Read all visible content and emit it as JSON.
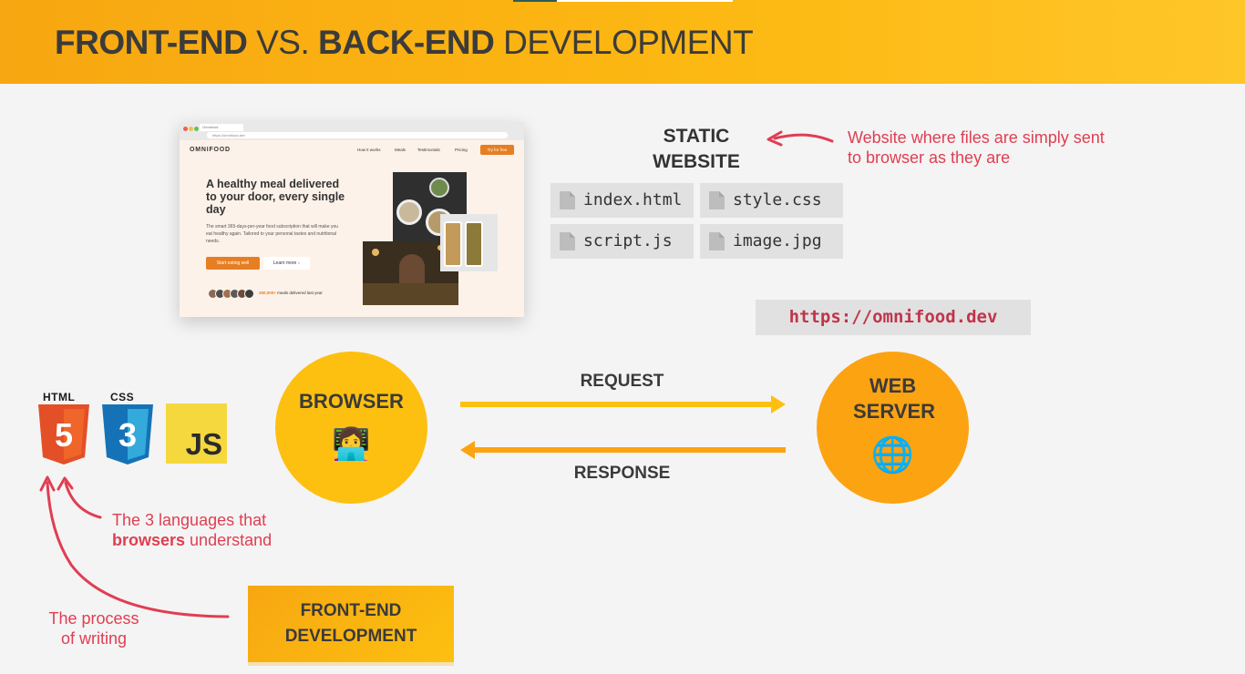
{
  "header": {
    "title_part1": "FRONT-END",
    "title_part2": " VS. ",
    "title_part3": "BACK-END",
    "title_part4": " DEVELOPMENT"
  },
  "mockup": {
    "tab_title": "Omnifood",
    "url": "https://omnifood.dev",
    "logo": "OMNIFOOD",
    "nav_links": [
      "How it works",
      "Meals",
      "Testimonials",
      "Pricing"
    ],
    "cta": "Try for free",
    "headline": "A healthy meal delivered to your door, every single day",
    "paragraph": "The smart 365-days-per-year food subscription that will make you eat healthy again. Tailored to your personal tastes and nutritional needs.",
    "primary_button": "Start eating well",
    "secondary_button": "Learn more ↓",
    "stat_number": "250,000+",
    "stat_text": " meals delivered last year"
  },
  "static_site": {
    "title": "STATIC WEBSITE",
    "note": "Website where files are simply sent to browser as they are",
    "files": [
      "index.html",
      "style.css",
      "script.js",
      "image.jpg"
    ]
  },
  "server_url": "https://omnifood.dev",
  "languages": {
    "html_label": "HTML",
    "html_number": "5",
    "css_label": "CSS",
    "css_number": "3",
    "js_label": "JS",
    "note_line1": "The 3 languages that",
    "note_bold": "browsers",
    "note_rest": " understand"
  },
  "browser": {
    "title": "BROWSER",
    "emoji": "👩‍💻"
  },
  "server": {
    "title": "WEB SERVER",
    "emoji": "🌐"
  },
  "request_label": "REQUEST",
  "response_label": "RESPONSE",
  "process_note": "The process of writing",
  "front_end_box": "FRONT-END DEVELOPMENT",
  "colors": {
    "accent_orange": "#fdb913",
    "annotation_red": "#e03e52",
    "url_red": "#c0354a",
    "arrow_yellow": "#fdc010"
  }
}
